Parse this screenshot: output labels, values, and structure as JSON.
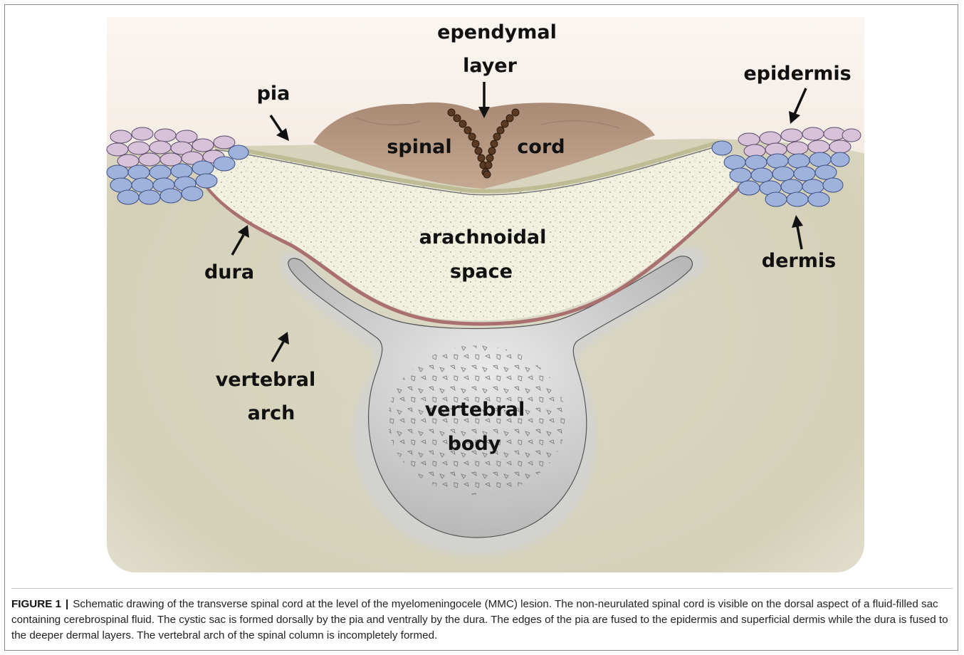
{
  "figure": {
    "labels": {
      "ependymal_line1": "ependymal",
      "ependymal_line2": "layer",
      "pia": "pia",
      "epidermis": "epidermis",
      "spinal": "spinal",
      "cord": "cord",
      "arachnoidal": "arachnoidal",
      "space": "space",
      "dura": "dura",
      "dermis": "dermis",
      "vertebral_arch_line1": "vertebral",
      "vertebral_arch_line2": "arch",
      "vertebral_body_line1": "vertebral",
      "vertebral_body_line2": "body"
    },
    "colors": {
      "background_top": "#f7f0ea",
      "dermis_tissue": "#d8d5c0",
      "spinal_cord": "#b99a82",
      "arachnoid_fluid": "#f1f0de",
      "pia": "#c4c49b",
      "dura": "#b07a78",
      "bone": "#d9d9d9",
      "epidermis_cells": "#d6bfd6",
      "dermis_cells": "#9fb2dc"
    }
  },
  "caption": {
    "label": "FIGURE 1",
    "separator": "|",
    "text": "Schematic drawing of the transverse spinal cord at the level of the myelomeningocele (MMC) lesion. The non-neurulated spinal cord is visible on the dorsal aspect of a fluid-filled sac containing cerebrospinal fluid. The cystic sac is formed dorsally by the pia and ventrally by the dura. The edges of the pia are fused to the epidermis and superficial dermis while the dura is fused to the deeper dermal layers. The vertebral arch of the spinal column is incompletely formed."
  }
}
